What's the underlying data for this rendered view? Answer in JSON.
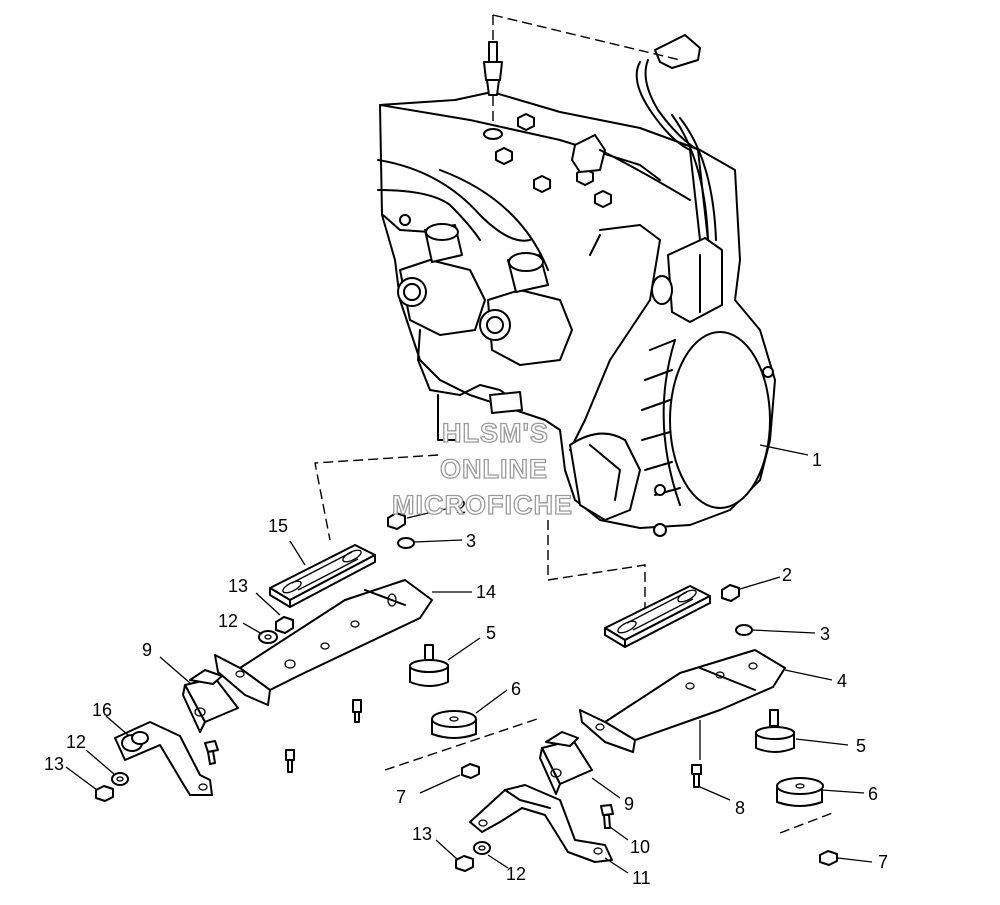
{
  "watermark": {
    "line1": "HLSM'S",
    "line2": "ONLINE",
    "line3": "MICROFICHE"
  },
  "callouts": [
    {
      "id": "c1",
      "label": "1"
    },
    {
      "id": "c2a",
      "label": "2"
    },
    {
      "id": "c3a",
      "label": "3"
    },
    {
      "id": "c15",
      "label": "15"
    },
    {
      "id": "c14",
      "label": "14"
    },
    {
      "id": "c13a",
      "label": "13"
    },
    {
      "id": "c12a",
      "label": "12"
    },
    {
      "id": "c9a",
      "label": "9"
    },
    {
      "id": "c16",
      "label": "16"
    },
    {
      "id": "c12b",
      "label": "12"
    },
    {
      "id": "c13b",
      "label": "13"
    },
    {
      "id": "c5a",
      "label": "5"
    },
    {
      "id": "c6a",
      "label": "6"
    },
    {
      "id": "c7a",
      "label": "7"
    },
    {
      "id": "c2b",
      "label": "2"
    },
    {
      "id": "c3b",
      "label": "3"
    },
    {
      "id": "c4",
      "label": "4"
    },
    {
      "id": "c5b",
      "label": "5"
    },
    {
      "id": "c8",
      "label": "8"
    },
    {
      "id": "c6b",
      "label": "6"
    },
    {
      "id": "c9b",
      "label": "9"
    },
    {
      "id": "c10",
      "label": "10"
    },
    {
      "id": "c11",
      "label": "11"
    },
    {
      "id": "c13c",
      "label": "13"
    },
    {
      "id": "c12c",
      "label": "12"
    },
    {
      "id": "c7b",
      "label": "7"
    }
  ]
}
